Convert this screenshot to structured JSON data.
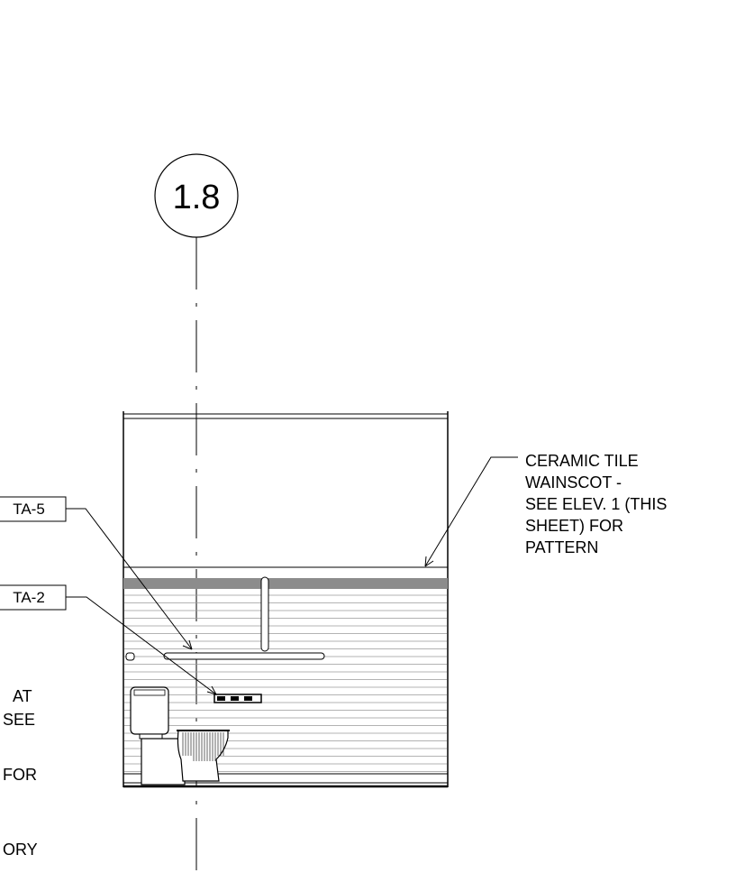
{
  "grid_bubble": {
    "label": "1.8"
  },
  "tags": [
    {
      "id": "ta5",
      "text": "TA-5"
    },
    {
      "id": "ta2",
      "text": "TA-2"
    }
  ],
  "callouts": {
    "ceramic_tile": [
      "CERAMIC TILE",
      "WAINSCOT -",
      "SEE ELEV. 1 (THIS",
      "SHEET) FOR",
      "PATTERN"
    ],
    "left_note_fragments": [
      "AT",
      "SEE",
      "FOR",
      "ORY"
    ]
  },
  "colors": {
    "line": "#000000",
    "wainscot_cap": "#8c8c8c",
    "tile_lines": "#9a9a9a"
  }
}
